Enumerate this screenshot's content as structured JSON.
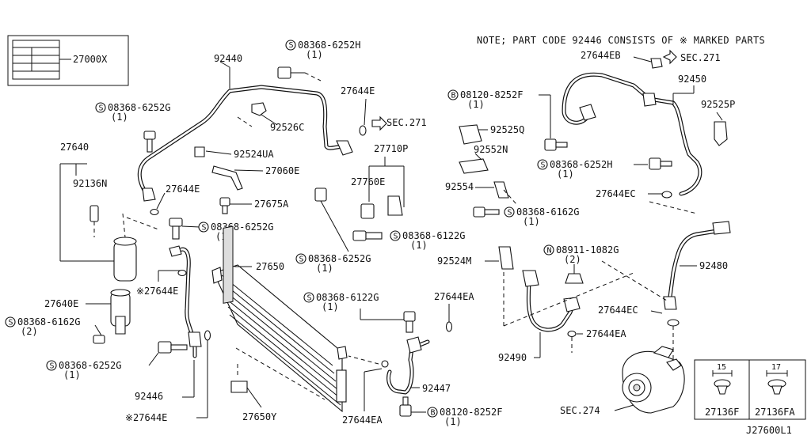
{
  "note": "NOTE; PART CODE 92446 CONSISTS OF ※ MARKED PARTS",
  "diagram_code": "J27600L1",
  "callouts": {
    "p27000X": "27000X",
    "p92440": "92440",
    "s6252H_top": "08368-6252H",
    "s6252H_top_qty": "(1)",
    "p27644E_top": "27644E",
    "sec271_mid": "SEC.271",
    "s6252G_left": "08368-6252G",
    "s6252G_left_qty": "(1)",
    "p92526C": "92526C",
    "p27640": "27640",
    "p92524UA": "92524UA",
    "p27710P": "27710P",
    "p27060E": "27060E",
    "p92136N": "92136N",
    "p27644E_left": "27644E",
    "p27760E": "27760E",
    "p27675A": "27675A",
    "s6252G_mid": "08368-6252G",
    "s6252G_mid_qty": "(1)",
    "s6122G_mid": "08368-6122G",
    "s6122G_mid_qty": "(1)",
    "s6252G_center": "08368-6252G",
    "s6252G_center_qty": "(1)",
    "p27650": "27650",
    "p27644E_mark": "※27644E",
    "p27640E": "27640E",
    "s6162G_left": "08368-6162G",
    "s6162G_left_qty": "(2)",
    "s6122G_low": "08368-6122G",
    "s6122G_low_qty": "(1)",
    "p27644EA_center": "27644EA",
    "s6252G_low": "08368-6252G",
    "s6252G_low_qty": "(1)",
    "p92447": "92447",
    "p92446": "92446",
    "p27644E_mark_low": "※27644E",
    "p27650Y": "27650Y",
    "p27644EA_low": "27644EA",
    "b8252F_low": "08120-8252F",
    "b8252F_low_qty": "(1)",
    "p27644EB": "27644EB",
    "sec271_right": "SEC.271",
    "p92450": "92450",
    "b8252F_top": "08120-8252F",
    "b8252F_top_qty": "(1)",
    "p92525P": "92525P",
    "p92525Q": "92525Q",
    "p92552N": "92552N",
    "s6252H_right": "08368-6252H",
    "s6252H_right_qty": "(1)",
    "p92554": "92554",
    "p27644EC_top": "27644EC",
    "s6162G_right": "08368-6162G",
    "s6162G_right_qty": "(1)",
    "n1082G": "08911-1082G",
    "n1082G_qty": "(2)",
    "p92524M": "92524M",
    "p92480": "92480",
    "p27644EC_low": "27644EC",
    "p27644EA_right": "27644EA",
    "p92490": "92490",
    "sec274": "SEC.274",
    "inset_dim_a": "15",
    "inset_dim_b": "17",
    "p27136F": "27136F",
    "p27136FA": "27136FA"
  },
  "prefix_letters": {
    "screw": "S",
    "bolt": "B",
    "nut": "N"
  }
}
